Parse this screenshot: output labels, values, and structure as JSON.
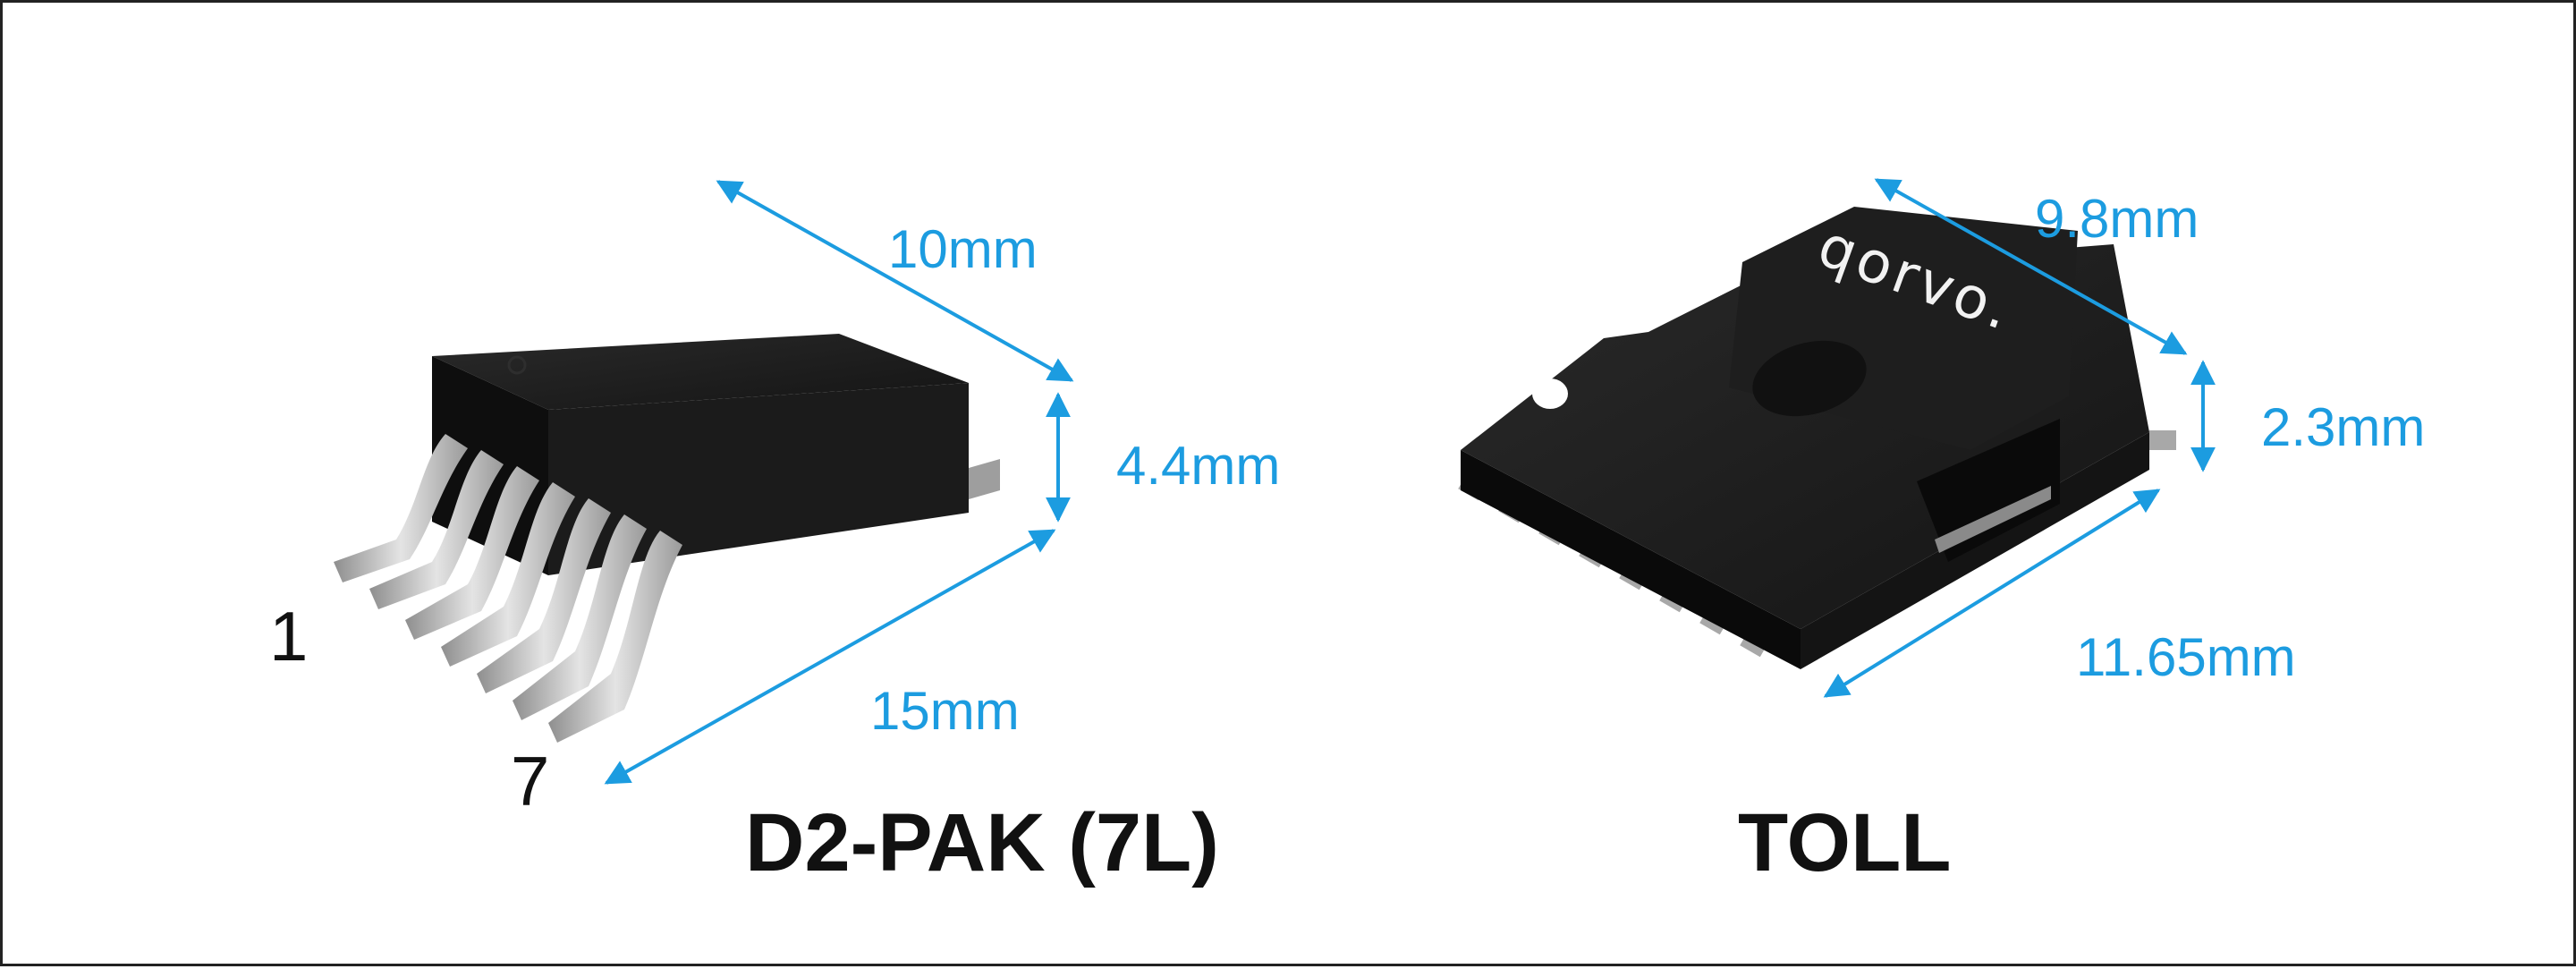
{
  "d2pak": {
    "title": "D2-PAK (7L)",
    "pin_first": "1",
    "pin_last": "7",
    "dim_length": "10mm",
    "dim_height": "4.4mm",
    "dim_width": "15mm"
  },
  "toll": {
    "title": "TOLL",
    "logo": "qorvo.",
    "dim_length": "9.8mm",
    "dim_height": "2.3mm",
    "dim_width": "11.65mm"
  },
  "colors": {
    "dimension": "#1c9ce0",
    "body": "#161616",
    "lead": "#bdbdbd"
  }
}
